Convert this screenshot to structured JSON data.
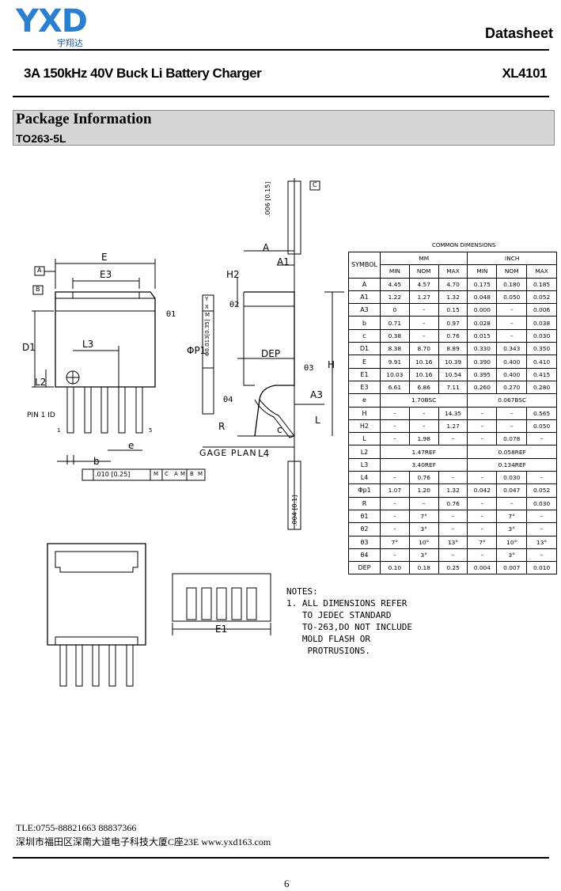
{
  "header": {
    "logo_text": "YXD",
    "logo_sub": "宇翔达",
    "doc_type": "Datasheet",
    "product_title": "3A 150kHz 40V Buck Li Battery Charger",
    "part_number": "XL4101"
  },
  "section": {
    "title": "Package Information",
    "subtitle": "TO263-5L"
  },
  "drawing": {
    "labels": [
      "E",
      "E3",
      "A",
      "A1",
      "H2",
      "D1",
      "L3",
      "L2",
      "PIN 1 ID",
      "b",
      "e",
      "ΦP1",
      "DEP",
      "θ1",
      "θ2",
      "θ3",
      "θ4",
      "H",
      "A3",
      "L",
      "c",
      "R",
      "GAGE PLAN",
      "L4",
      "E1",
      "A",
      "B",
      "C"
    ],
    "datum_a": "A",
    "datum_b": "B",
    "datum_c": "C",
    "tol_top": ".006 [0.15]",
    "tol_bottom": ".004 [0.1]",
    "tol_pin": ".010 [0.25]",
    "fcf_pin_refs": [
      "M",
      "C",
      "A",
      "M",
      "B",
      "M"
    ],
    "tol_side": "Φ0.013[0.35]",
    "fcf_side_refs": [
      "M",
      "X",
      "Y"
    ],
    "pin_first": "1",
    "pin_last": "5",
    "notes": "NOTES:\n1. ALL DIMENSIONS REFER\n   TO JEDEC STANDARD\n   TO-263,DO NOT INCLUDE\n   MOLD FLASH OR\n    PROTRUSIONS."
  },
  "dimensions_table": {
    "caption": "COMMON DIMENSIONS",
    "symbol_header": "SYMBOL",
    "group_mm": "MM",
    "group_inch": "INCH",
    "sub_headers": [
      "MIN",
      "NOM",
      "MAX",
      "MIN",
      "NOM",
      "MAX"
    ],
    "rows": [
      {
        "sym": "A",
        "c": [
          "4.45",
          "4.57",
          "4.70",
          "0.175",
          "0.180",
          "0.185"
        ]
      },
      {
        "sym": "A1",
        "c": [
          "1.22",
          "1.27",
          "1.32",
          "0.048",
          "0.050",
          "0.052"
        ]
      },
      {
        "sym": "A3",
        "c": [
          "0",
          "–",
          "0.15",
          "0.000",
          "–",
          "0.006"
        ]
      },
      {
        "sym": "b",
        "c": [
          "0.71",
          "–",
          "0.97",
          "0.028",
          "–",
          "0.038"
        ]
      },
      {
        "sym": "c",
        "c": [
          "0.38",
          "–",
          "0.76",
          "0.015",
          "–",
          "0.030"
        ]
      },
      {
        "sym": "D1",
        "c": [
          "8.38",
          "8.70",
          "8.89",
          "0.330",
          "0.343",
          "0.350"
        ]
      },
      {
        "sym": "E",
        "c": [
          "9.91",
          "10.16",
          "10.39",
          "0.390",
          "0.400",
          "0.410"
        ]
      },
      {
        "sym": "E1",
        "c": [
          "10.03",
          "10.16",
          "10.54",
          "0.395",
          "0.400",
          "0.415"
        ]
      },
      {
        "sym": "E3",
        "c": [
          "6.61",
          "6.86",
          "7.11",
          "0.260",
          "0.270",
          "0.280"
        ]
      },
      {
        "sym": "e",
        "mm": "1.70BSC",
        "inch": "0.067BSC"
      },
      {
        "sym": "H",
        "c": [
          "–",
          "–",
          "14.35",
          "–",
          "–",
          "0.565"
        ]
      },
      {
        "sym": "H2",
        "c": [
          "–",
          "–",
          "1.27",
          "–",
          "–",
          "0.050"
        ]
      },
      {
        "sym": "L",
        "c": [
          "–",
          "1.98",
          "–",
          "–",
          "0.078",
          "–"
        ]
      },
      {
        "sym": "L2",
        "mm": "1.47REF",
        "inch": "0.058REF"
      },
      {
        "sym": "L3",
        "mm": "3.40REF",
        "inch": "0.134REF"
      },
      {
        "sym": "L4",
        "c": [
          "–",
          "0.76",
          "–",
          "–",
          "0.030",
          "–"
        ]
      },
      {
        "sym": "Φp1",
        "c": [
          "1.07",
          "1.20",
          "1.32",
          "0.042",
          "0.047",
          "0.052"
        ]
      },
      {
        "sym": "R",
        "c": [
          "–",
          "–",
          "0.76",
          "–",
          "–",
          "0.030"
        ]
      },
      {
        "sym": "θ1",
        "c": [
          "–",
          "7°",
          "–",
          "–",
          "7°",
          "–"
        ]
      },
      {
        "sym": "θ2",
        "c": [
          "–",
          "3°",
          "–",
          "–",
          "3°",
          "–"
        ]
      },
      {
        "sym": "θ3",
        "c": [
          "7°",
          "10°",
          "13°",
          "7°",
          "10°",
          "13°"
        ]
      },
      {
        "sym": "θ4",
        "c": [
          "–",
          "3°",
          "–",
          "–",
          "3°",
          "–"
        ]
      },
      {
        "sym": "DEP",
        "c": [
          "0.10",
          "0.18",
          "0.25",
          "0.004",
          "0.007",
          "0.010"
        ]
      }
    ]
  },
  "footer": {
    "tel": "TLE:0755-88821663  88837366",
    "address": "深圳市福田区深南大道电子科技大厦C座23E   www.yxd163.com",
    "page": "6"
  }
}
